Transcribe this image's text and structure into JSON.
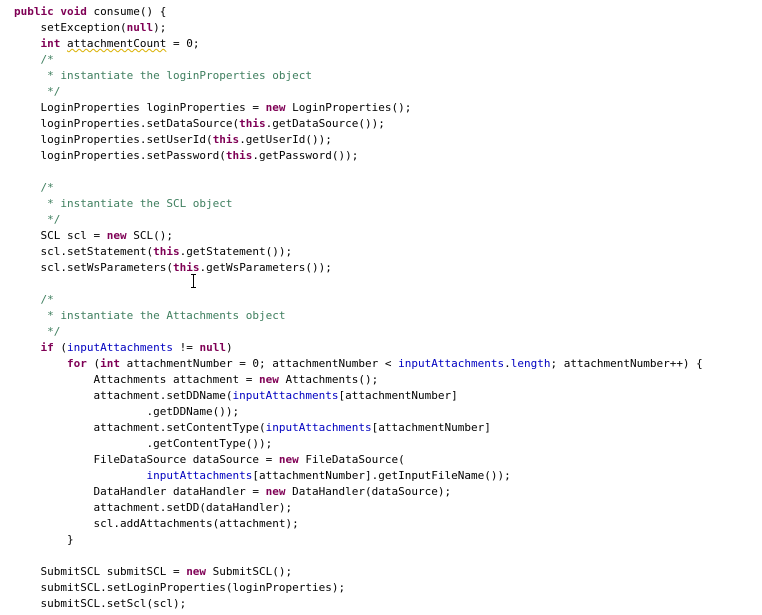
{
  "code_lines": [
    {
      "segs": [
        {
          "t": "public",
          "k": "kw"
        },
        {
          "t": " "
        },
        {
          "t": "void",
          "k": "kw"
        },
        {
          "t": " consume() {"
        }
      ]
    },
    {
      "segs": [
        {
          "t": "    setException("
        },
        {
          "t": "null",
          "k": "kw"
        },
        {
          "t": ");"
        }
      ]
    },
    {
      "segs": [
        {
          "t": "    "
        },
        {
          "t": "int",
          "k": "kw"
        },
        {
          "t": " "
        },
        {
          "t": "attachmentCount",
          "k": "warn"
        },
        {
          "t": " = 0;"
        }
      ]
    },
    {
      "segs": [
        {
          "t": "    /*",
          "k": "cm"
        }
      ]
    },
    {
      "segs": [
        {
          "t": "     * instantiate the loginProperties object",
          "k": "cm"
        }
      ]
    },
    {
      "segs": [
        {
          "t": "     */",
          "k": "cm"
        }
      ]
    },
    {
      "segs": [
        {
          "t": "    LoginProperties loginProperties = "
        },
        {
          "t": "new",
          "k": "kw"
        },
        {
          "t": " LoginProperties();"
        }
      ]
    },
    {
      "segs": [
        {
          "t": "    loginProperties.setDataSource("
        },
        {
          "t": "this",
          "k": "kw"
        },
        {
          "t": ".getDataSource());"
        }
      ]
    },
    {
      "segs": [
        {
          "t": "    loginProperties.setUserId("
        },
        {
          "t": "this",
          "k": "kw"
        },
        {
          "t": ".getUserId());"
        }
      ]
    },
    {
      "segs": [
        {
          "t": "    loginProperties.setPassword("
        },
        {
          "t": "this",
          "k": "kw"
        },
        {
          "t": ".getPassword());"
        }
      ]
    },
    {
      "segs": []
    },
    {
      "segs": [
        {
          "t": "    /*",
          "k": "cm"
        }
      ]
    },
    {
      "segs": [
        {
          "t": "     * instantiate the SCL object",
          "k": "cm"
        }
      ]
    },
    {
      "segs": [
        {
          "t": "     */",
          "k": "cm"
        }
      ]
    },
    {
      "segs": [
        {
          "t": "    SCL scl = "
        },
        {
          "t": "new",
          "k": "kw"
        },
        {
          "t": " SCL();"
        }
      ]
    },
    {
      "segs": [
        {
          "t": "    scl.setStatement("
        },
        {
          "t": "this",
          "k": "kw"
        },
        {
          "t": ".getStatement());"
        }
      ]
    },
    {
      "segs": [
        {
          "t": "    scl.setWsParameters("
        },
        {
          "t": "this",
          "k": "kw"
        },
        {
          "t": ".getWsParameters());"
        }
      ]
    },
    {
      "segs": []
    },
    {
      "segs": [
        {
          "t": "    /*",
          "k": "cm"
        }
      ]
    },
    {
      "segs": [
        {
          "t": "     * instantiate the Attachments object",
          "k": "cm"
        }
      ]
    },
    {
      "segs": [
        {
          "t": "     */",
          "k": "cm"
        }
      ]
    },
    {
      "segs": [
        {
          "t": "    "
        },
        {
          "t": "if",
          "k": "kw"
        },
        {
          "t": " ("
        },
        {
          "t": "inputAttachments",
          "k": "fld"
        },
        {
          "t": " != "
        },
        {
          "t": "null",
          "k": "kw"
        },
        {
          "t": ")"
        }
      ]
    },
    {
      "segs": [
        {
          "t": "        "
        },
        {
          "t": "for",
          "k": "kw"
        },
        {
          "t": " ("
        },
        {
          "t": "int",
          "k": "kw"
        },
        {
          "t": " attachmentNumber = 0; attachmentNumber < "
        },
        {
          "t": "inputAttachments",
          "k": "fld"
        },
        {
          "t": "."
        },
        {
          "t": "length",
          "k": "fld"
        },
        {
          "t": "; attachmentNumber++) {"
        }
      ]
    },
    {
      "segs": [
        {
          "t": "            Attachments attachment = "
        },
        {
          "t": "new",
          "k": "kw"
        },
        {
          "t": " Attachments();"
        }
      ]
    },
    {
      "segs": [
        {
          "t": "            attachment.setDDName("
        },
        {
          "t": "inputAttachments",
          "k": "fld"
        },
        {
          "t": "[attachmentNumber]"
        }
      ]
    },
    {
      "segs": [
        {
          "t": "                    .getDDName());"
        }
      ]
    },
    {
      "segs": [
        {
          "t": "            attachment.setContentType("
        },
        {
          "t": "inputAttachments",
          "k": "fld"
        },
        {
          "t": "[attachmentNumber]"
        }
      ]
    },
    {
      "segs": [
        {
          "t": "                    .getContentType());"
        }
      ]
    },
    {
      "segs": [
        {
          "t": "            FileDataSource dataSource = "
        },
        {
          "t": "new",
          "k": "kw"
        },
        {
          "t": " FileDataSource("
        }
      ]
    },
    {
      "segs": [
        {
          "t": "                    "
        },
        {
          "t": "inputAttachments",
          "k": "fld"
        },
        {
          "t": "[attachmentNumber].getInputFileName());"
        }
      ]
    },
    {
      "segs": [
        {
          "t": "            DataHandler dataHandler = "
        },
        {
          "t": "new",
          "k": "kw"
        },
        {
          "t": " DataHandler(dataSource);"
        }
      ]
    },
    {
      "segs": [
        {
          "t": "            attachment.setDD(dataHandler);"
        }
      ]
    },
    {
      "segs": [
        {
          "t": "            scl.addAttachments(attachment);"
        }
      ]
    },
    {
      "segs": [
        {
          "t": "        }"
        }
      ]
    },
    {
      "segs": []
    },
    {
      "segs": [
        {
          "t": "    SubmitSCL submitSCL = "
        },
        {
          "t": "new",
          "k": "kw"
        },
        {
          "t": " SubmitSCL();"
        }
      ]
    },
    {
      "segs": [
        {
          "t": "    submitSCL.setLoginProperties(loginProperties);"
        }
      ]
    },
    {
      "segs": [
        {
          "t": "    submitSCL.setScl(scl);"
        }
      ]
    }
  ]
}
